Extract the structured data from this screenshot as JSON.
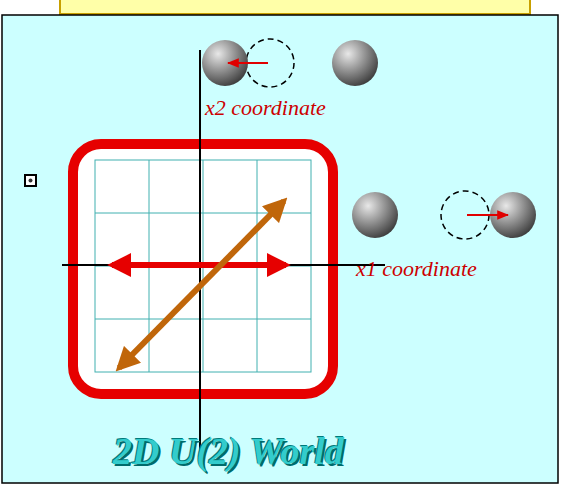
{
  "diagram": {
    "title": "2D U(2) World",
    "labels": [
      "x2 coordinate",
      "x1 coordinate"
    ]
  }
}
